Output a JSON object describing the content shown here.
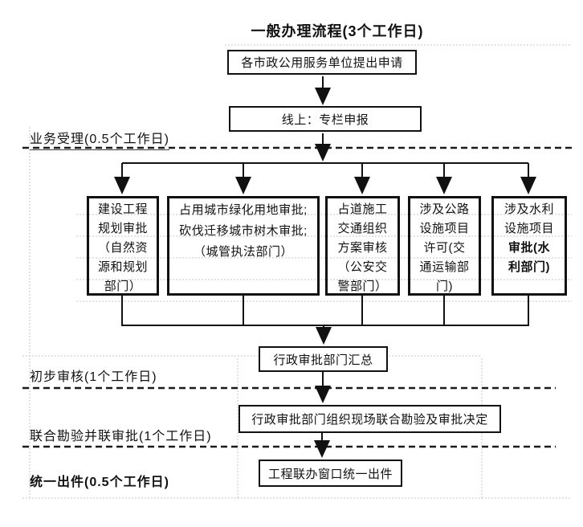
{
  "title": "一般办理流程(3个工作日)",
  "boxes": {
    "apply": "各市政公用服务单位提出申请",
    "online": "线上：专栏申报",
    "summary": "行政审批部门汇总",
    "inspection": "行政审批部门组织现场联合勘验及审批决定",
    "output": "工程联办窗口统一出件"
  },
  "branches": [
    {
      "text": "建设工程\n规划审批\n（自然资\n源和规划\n部门）",
      "bold_text": ""
    },
    {
      "text": "占用城市绿化用地审批;\n砍伐迁移城市树木审批;\n（城管执法部门）",
      "bold_text": ""
    },
    {
      "text": "占道施工\n交通组织\n方案审核\n（公安交\n警部门）",
      "bold_text": ""
    },
    {
      "text": "涉及公路\n设施项目\n许可(交\n通运输部\n门)",
      "bold_text": ""
    },
    {
      "text": "涉及水利\n设施项目\n",
      "bold_text": "审批(水\n利部门)"
    }
  ],
  "stage_labels": [
    {
      "label": "业务受理(0.5个工作日)"
    },
    {
      "label": "初步审核(1个工作日)"
    },
    {
      "label": "联合勘验并联审批(1个工作日)"
    },
    {
      "label": "统一出件(0.5个工作日)"
    }
  ],
  "colors": {
    "line": "#111111",
    "dashed_separator": "#1a1a1a",
    "faint_grid": "#c4c4c4",
    "background": "#ffffff"
  }
}
